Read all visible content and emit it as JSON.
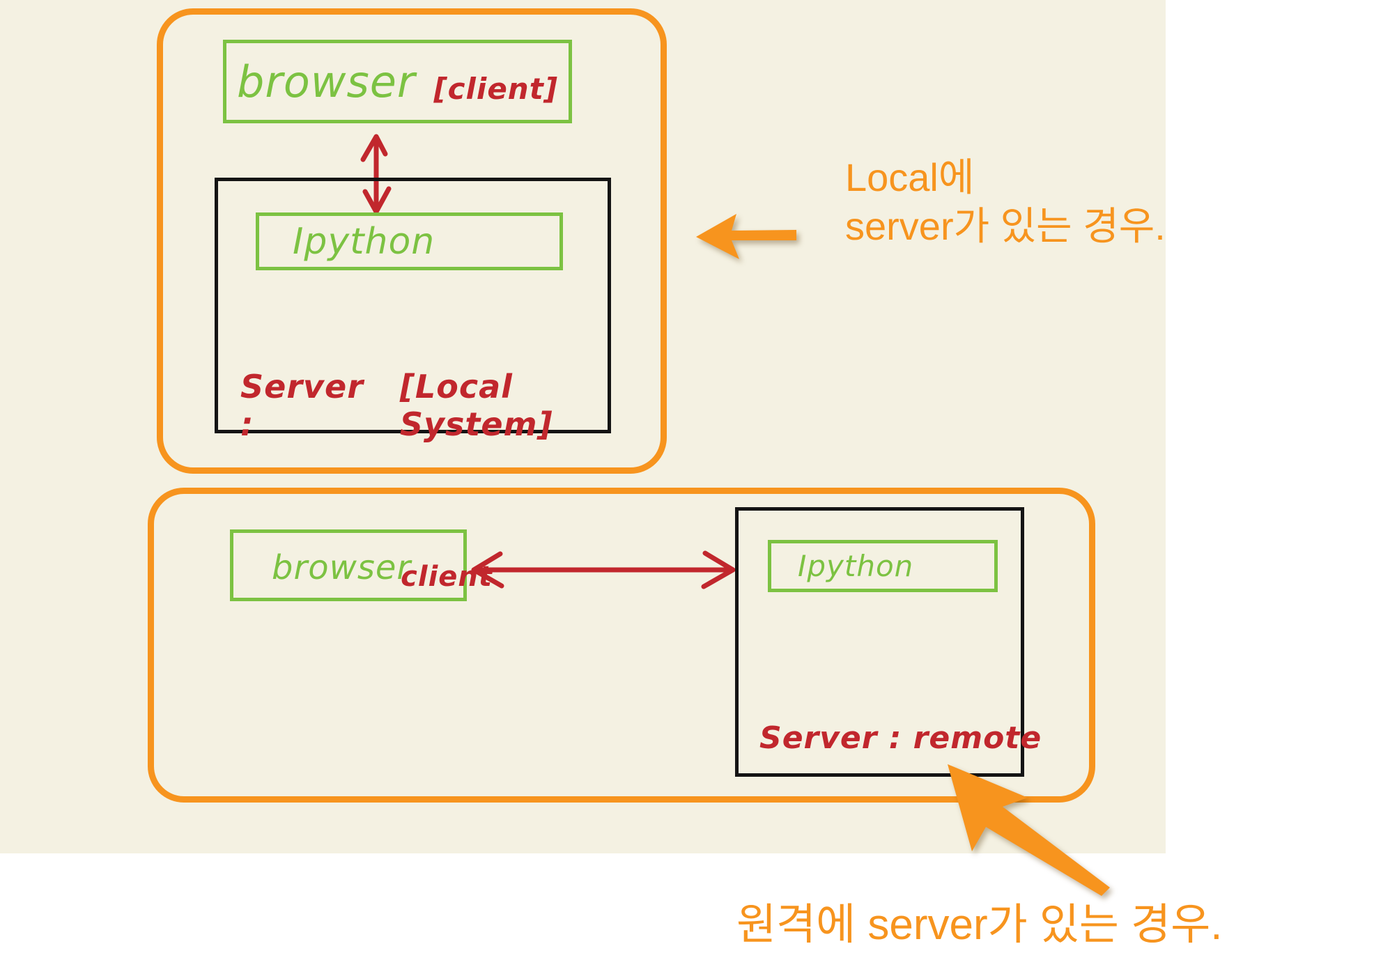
{
  "colors": {
    "paper": "#f4f1e2",
    "white": "#ffffff",
    "orange": "#f7941e",
    "green": "#7cc242",
    "red": "#c1272d",
    "ink": "#141414"
  },
  "icons": {
    "up_down_arrow": "↕",
    "left_right_arrow": "↔",
    "left_arrow": "←",
    "up_left_arrow": "↖"
  },
  "top": {
    "browser": "browser",
    "client": "[client]",
    "ipython": "Ipython",
    "server_prefix": "Server :",
    "server_suffix": "[Local System]",
    "annotation_line1": "Local에",
    "annotation_line2": "server가 있는 경우."
  },
  "bottom": {
    "browser": "browser",
    "client": "client",
    "ipython": "Ipython",
    "server": "Server : remote",
    "annotation": "원격에 server가 있는 경우."
  }
}
